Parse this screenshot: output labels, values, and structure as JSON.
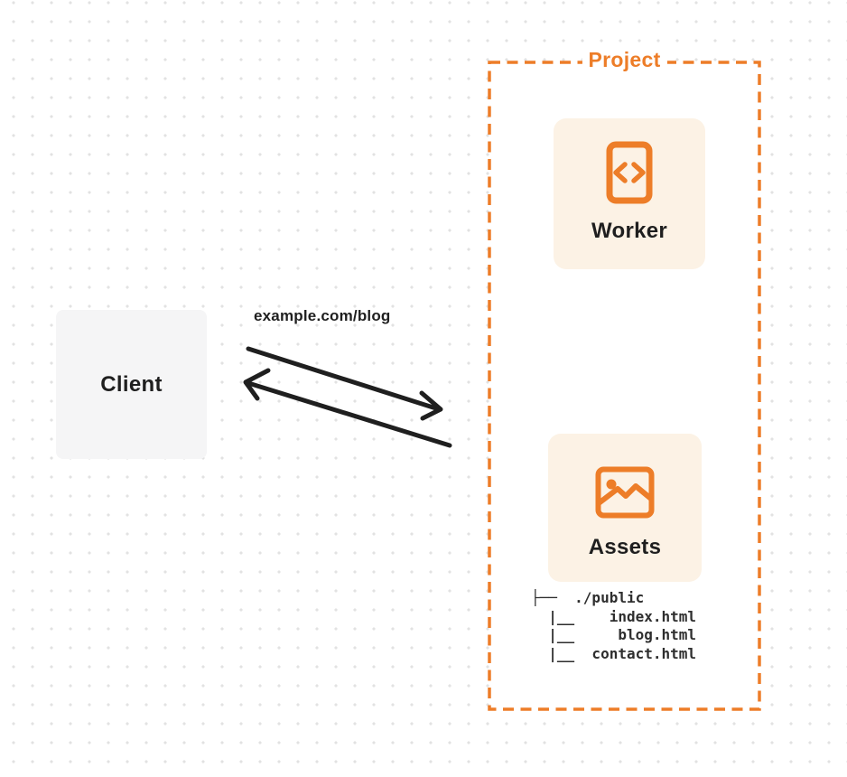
{
  "diagram_title": "Project",
  "colors": {
    "accent": "#ED7D28",
    "card_bg": "#FCF2E5",
    "client_bg": "#F5F5F6",
    "arrow": "#1F1F1F",
    "text_dark": "#1F1F1F",
    "tree_text": "#2E2E2E",
    "dot": "#E2E2E2",
    "page_bg": "#FFFFFF"
  },
  "client": {
    "label": "Client"
  },
  "request": {
    "label": "example.com/blog"
  },
  "project": {
    "label": "Project",
    "worker": {
      "label": "Worker",
      "icon": "code-brackets-icon"
    },
    "assets": {
      "label": "Assets",
      "icon": "image-icon"
    },
    "file_tree": [
      "├──  ./public",
      "  |__    index.html",
      "  |__     blog.html",
      "  |__  contact.html"
    ]
  }
}
